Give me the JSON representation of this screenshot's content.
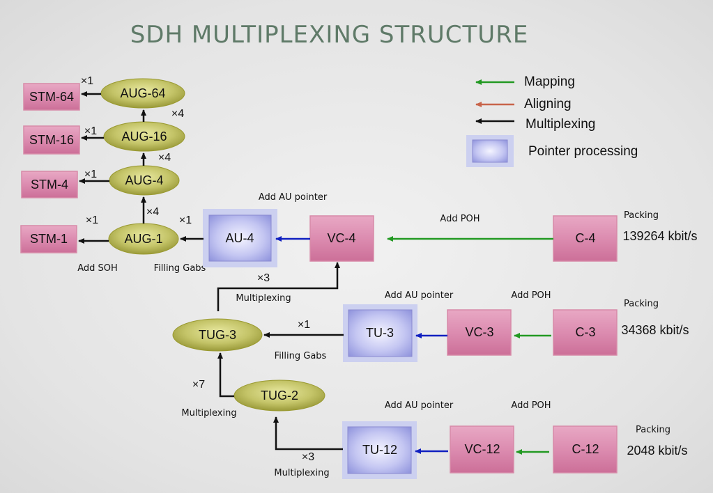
{
  "title": "SDH MULTIPLEXING STRUCTURE",
  "legend": {
    "mapping": "Mapping",
    "aligning": "Aligning",
    "multiplexing": "Multiplexing",
    "pointer_processing": "Pointer processing",
    "colors": {
      "mapping": "#229922",
      "aligning": "#c8644a",
      "multiplexing": "#111111"
    }
  },
  "boxes": {
    "stm64": "STM-64",
    "stm16": "STM-16",
    "stm4": "STM-4",
    "stm1": "STM-1",
    "aug64": "AUG-64",
    "aug16": "AUG-16",
    "aug4": "AUG-4",
    "aug1": "AUG-1",
    "au4": "AU-4",
    "vc4": "VC-4",
    "c4": "C-4",
    "tug3": "TUG-3",
    "tu3": "TU-3",
    "vc3": "VC-3",
    "c3": "C-3",
    "tug2": "TUG-2",
    "tu12": "TU-12",
    "vc12": "VC-12",
    "c12": "C-12"
  },
  "multipliers": {
    "stm64_aug64": "×1",
    "aug16_aug64": "×4",
    "stm16_aug16": "×1",
    "aug4_aug16": "×4",
    "stm4_aug4": "×1",
    "aug1_aug4": "×4",
    "stm1_aug1": "×1",
    "aug1_au4": "×1",
    "tug3_vc4": "×3",
    "tug3_tu3": "×1",
    "tug2_tug3": "×7",
    "tu12_tug2": "×3"
  },
  "labels": {
    "add_au_pointer_1": "Add AU pointer",
    "add_poh_1": "Add POH",
    "packing_1": "Packing",
    "add_soh": "Add SOH",
    "filling_gabs_1": "Filling Gabs",
    "multiplexing_1": "Multiplexing",
    "add_au_pointer_2": "Add AU pointer",
    "add_poh_2": "Add POH",
    "packing_2": "Packing",
    "filling_gabs_2": "Filling Gabs",
    "multiplexing_2": "Multiplexing",
    "add_au_pointer_3": "Add AU pointer",
    "add_poh_3": "Add POH",
    "packing_3": "Packing",
    "multiplexing_3": "Multiplexing"
  },
  "rates": {
    "c4": "139264 kbit/s",
    "c3": "34368 kbit/s",
    "c12": "2048 kbit/s"
  }
}
